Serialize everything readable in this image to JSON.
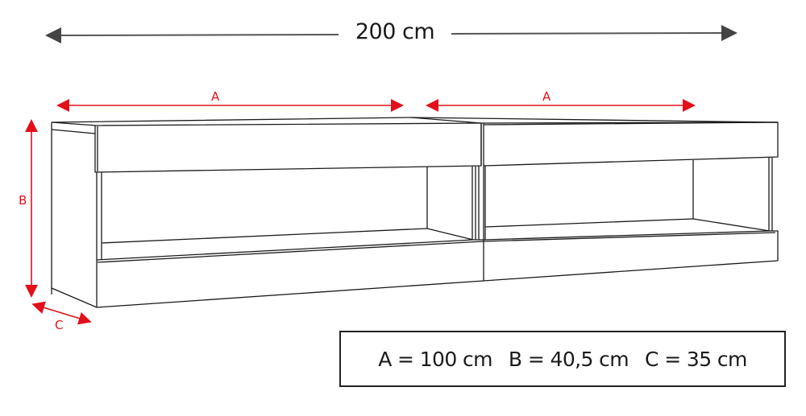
{
  "diagram": {
    "type": "furniture-dimension-drawing",
    "subject": "wall-mounted TV cabinet, two modules",
    "total_width": {
      "label": "200 cm",
      "color": "#333333"
    },
    "dimension_markers": {
      "a_left": {
        "letter": "A",
        "color": "#e3101a"
      },
      "a_right": {
        "letter": "A",
        "color": "#e3101a"
      },
      "b": {
        "letter": "B",
        "color": "#e3101a"
      },
      "c": {
        "letter": "C",
        "color": "#e3101a"
      }
    },
    "legend": {
      "items": [
        {
          "text": "A = 100 cm"
        },
        {
          "text": "B = 40,5 cm"
        },
        {
          "text": "C = 35 cm"
        }
      ]
    }
  }
}
